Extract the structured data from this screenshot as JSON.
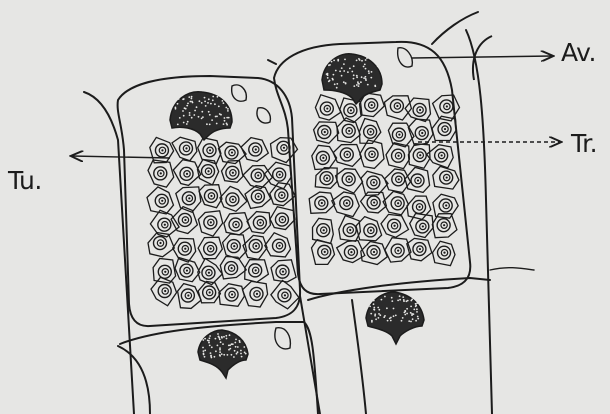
{
  "labels": {
    "av": "Av.",
    "tu": "Tu.",
    "tr": "Tr."
  },
  "colors": {
    "background": "#e6e6e4",
    "ink": "#1c1c1c",
    "stipple": "#2b2b2b"
  }
}
